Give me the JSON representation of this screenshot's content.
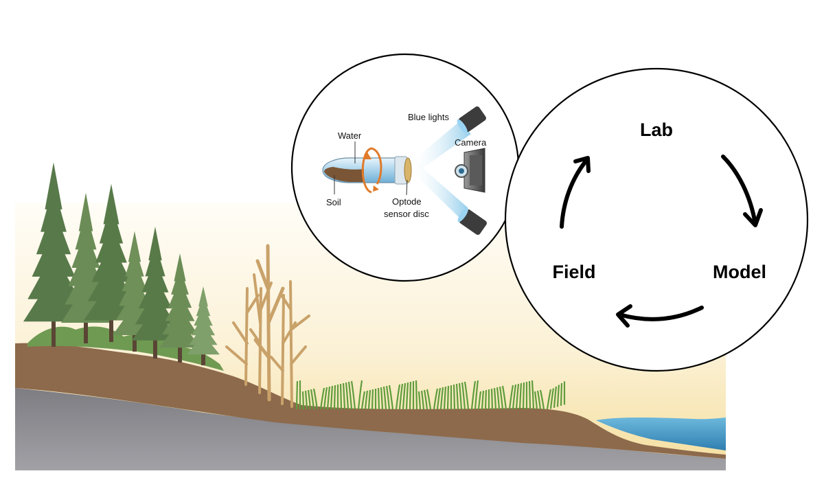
{
  "lab_setup": {
    "labels": {
      "water": "Water",
      "soil": "Soil",
      "blue_lights": "Blue lights",
      "camera": "Camera",
      "optode_line1": "Optode",
      "optode_line2": "sensor disc"
    }
  },
  "cycle": {
    "lab": "Lab",
    "model": "Model",
    "field": "Field"
  },
  "colors": {
    "sky_top": "#fdfaf0",
    "sky_bottom": "#f7e6b8",
    "soil": "#8d6a4c",
    "bedrock": "#8a8a8e",
    "water": "#3d8fbf",
    "conifer": "#587a48",
    "grass": "#5f9c3c",
    "dead_tree": "#c9a26a",
    "arrow_orange": "#e07a2a",
    "light_beam": "#a9d6ef"
  }
}
